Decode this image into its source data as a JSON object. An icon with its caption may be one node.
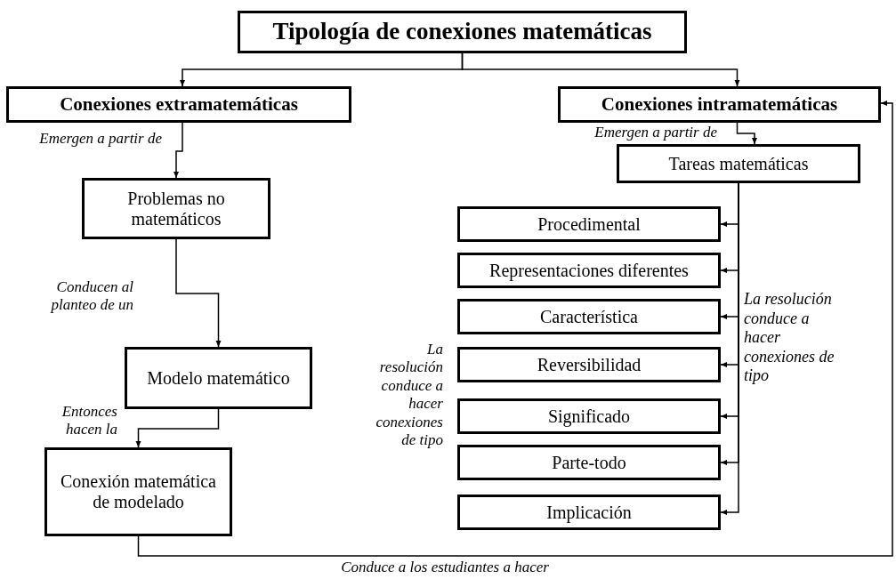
{
  "diagram": {
    "nodes": [
      {
        "text": [
          "Tipología de conexiones matemáticas"
        ]
      },
      {
        "text": [
          "Conexiones extramatemáticas"
        ]
      },
      {
        "text": [
          "Conexiones intramatemáticas"
        ]
      },
      {
        "text": [
          "Problemas no matemáticos"
        ]
      },
      {
        "text": [
          "Modelo matemático"
        ]
      },
      {
        "text": [
          "Conexión matemática de modelado"
        ]
      },
      {
        "text": [
          "Tareas matemáticas"
        ]
      },
      {
        "text": [
          "Procedimental"
        ]
      },
      {
        "text": [
          "Representaciones diferentes"
        ]
      },
      {
        "text": [
          "Característica"
        ]
      },
      {
        "text": [
          "Reversibilidad"
        ]
      },
      {
        "text": [
          "Significado"
        ]
      },
      {
        "text": [
          "Parte-todo"
        ]
      },
      {
        "text": [
          "Implicación"
        ]
      }
    ],
    "edges": [
      {
        "from": 0,
        "to": 1,
        "arrow": "to"
      },
      {
        "from": 0,
        "to": 2,
        "arrow": "to"
      },
      {
        "from": 1,
        "to": 3,
        "arrow": "to",
        "label": "Emergen a partir de"
      },
      {
        "from": 3,
        "to": 4,
        "arrow": "to",
        "label": "Conducen al planteo de un"
      },
      {
        "from": 4,
        "to": 5,
        "arrow": "to",
        "label": "Entonces hacen la"
      },
      {
        "from": 5,
        "to": 2,
        "arrow": "to",
        "label": "Conduce a los estudiantes a hacer"
      },
      {
        "from": 2,
        "to": 6,
        "arrow": "to",
        "label": "Emergen a partir de"
      },
      {
        "from": 6,
        "to": 7,
        "arrow": "to"
      },
      {
        "from": 6,
        "to": 8,
        "arrow": "to"
      },
      {
        "from": 6,
        "to": 9,
        "arrow": "to"
      },
      {
        "from": 6,
        "to": 10,
        "arrow": "to",
        "label": "La resolución conduce a hacer conexiones de tipo"
      },
      {
        "from": 6,
        "to": 11,
        "arrow": "to"
      },
      {
        "from": 6,
        "to": 12,
        "arrow": "to"
      },
      {
        "from": 6,
        "to": 13,
        "arrow": "to"
      }
    ],
    "labels": [
      "La resolución conduce a hacer conexiones de tipo"
    ]
  }
}
